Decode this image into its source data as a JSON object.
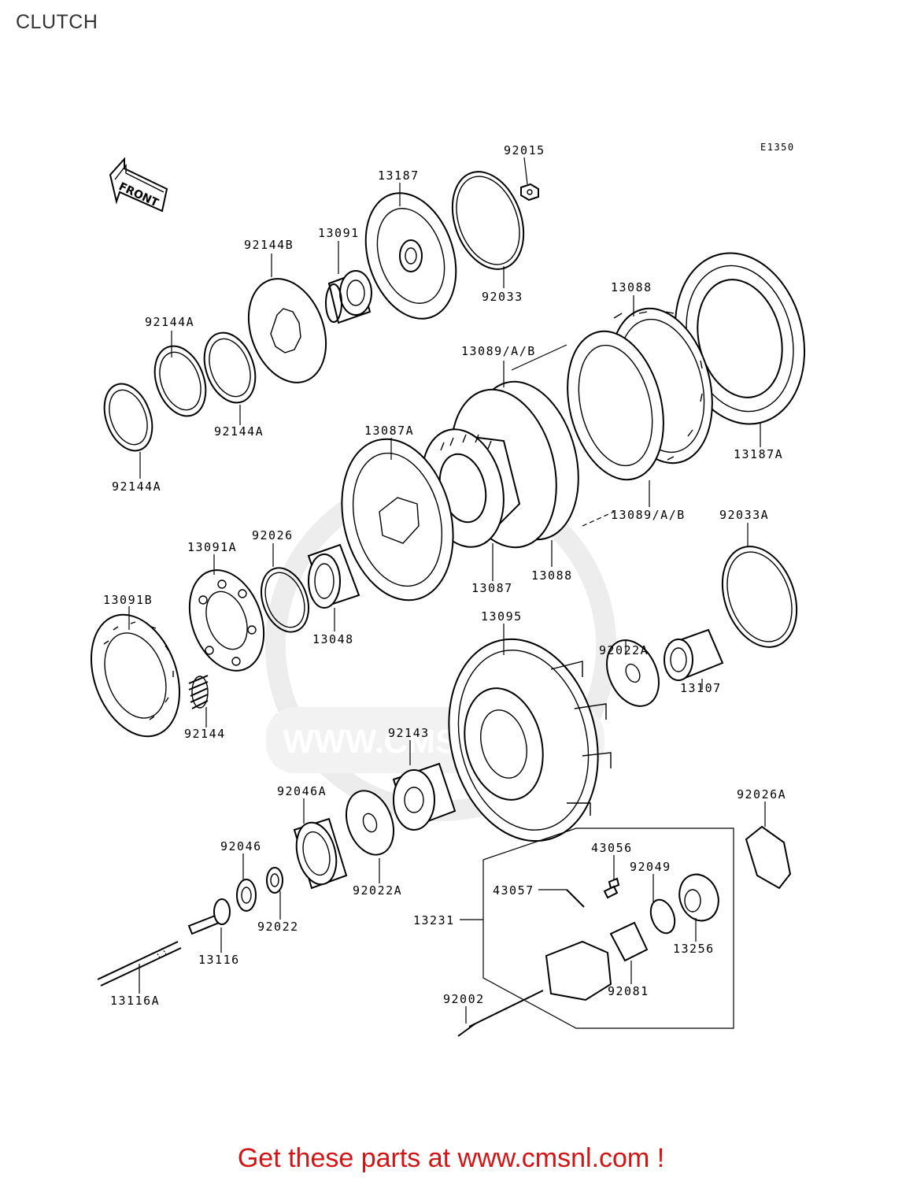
{
  "page": {
    "title": "CLUTCH",
    "diagram_code": "E1350",
    "front_label": "FRONT",
    "watermark_text": "WWW.CMSNL.COM",
    "footer_text": "Get these parts at www.cmsnl.com !"
  },
  "colors": {
    "footer": "#d21414",
    "title": "#333333",
    "watermark": "#d9d9d9"
  },
  "parts": [
    {
      "id": "p-92015",
      "label": "92015"
    },
    {
      "id": "p-13187",
      "label": "13187"
    },
    {
      "id": "p-92033",
      "label": "92033"
    },
    {
      "id": "p-13091",
      "label": "13091"
    },
    {
      "id": "p-92144b",
      "label": "92144B"
    },
    {
      "id": "p-92144a-1",
      "label": "92144A"
    },
    {
      "id": "p-92144a-2",
      "label": "92144A"
    },
    {
      "id": "p-92144a-3",
      "label": "92144A"
    },
    {
      "id": "p-13088-top",
      "label": "13088"
    },
    {
      "id": "p-13089-top",
      "label": "13089/A/B"
    },
    {
      "id": "p-13087a",
      "label": "13087A"
    },
    {
      "id": "p-13187a",
      "label": "13187A"
    },
    {
      "id": "p-13089-bottom",
      "label": "13089/A/B"
    },
    {
      "id": "p-92033a",
      "label": "92033A"
    },
    {
      "id": "p-13091a",
      "label": "13091A"
    },
    {
      "id": "p-92026",
      "label": "92026"
    },
    {
      "id": "p-13087",
      "label": "13087"
    },
    {
      "id": "p-13088-bottom",
      "label": "13088"
    },
    {
      "id": "p-13091b",
      "label": "13091B"
    },
    {
      "id": "p-13048",
      "label": "13048"
    },
    {
      "id": "p-13095",
      "label": "13095"
    },
    {
      "id": "p-92022a-top",
      "label": "92022A"
    },
    {
      "id": "p-13107",
      "label": "13107"
    },
    {
      "id": "p-92144",
      "label": "92144"
    },
    {
      "id": "p-92143",
      "label": "92143"
    },
    {
      "id": "p-92046a",
      "label": "92046A"
    },
    {
      "id": "p-92026a",
      "label": "92026A"
    },
    {
      "id": "p-92046",
      "label": "92046"
    },
    {
      "id": "p-43056",
      "label": "43056"
    },
    {
      "id": "p-92049",
      "label": "92049"
    },
    {
      "id": "p-43057",
      "label": "43057"
    },
    {
      "id": "p-92022",
      "label": "92022"
    },
    {
      "id": "p-92022a-bottom",
      "label": "92022A"
    },
    {
      "id": "p-13231",
      "label": "13231"
    },
    {
      "id": "p-13256",
      "label": "13256"
    },
    {
      "id": "p-13116",
      "label": "13116"
    },
    {
      "id": "p-92081",
      "label": "92081"
    },
    {
      "id": "p-92002",
      "label": "92002"
    },
    {
      "id": "p-13116a",
      "label": "13116A"
    }
  ]
}
